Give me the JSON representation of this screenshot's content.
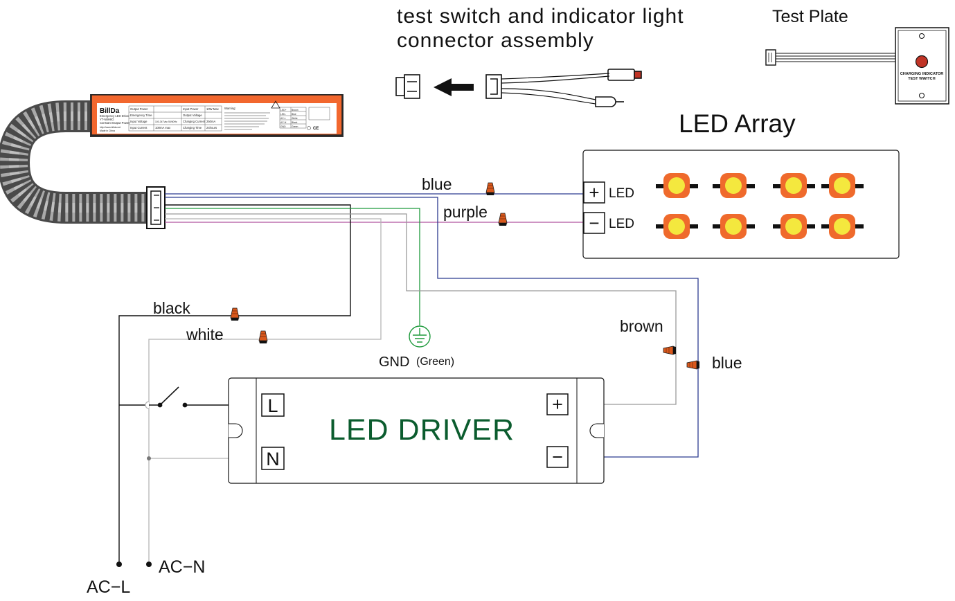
{
  "header": {
    "assembly_title_line1": "test switch and indicator light",
    "assembly_title_line2": "connector assembly",
    "test_plate_title": "Test Plate",
    "test_plate_caption_line1": "CHARGING INDICATOR",
    "test_plate_caption_line2": "TEST WWITCH"
  },
  "emergency_unit": {
    "brand": "BillDa",
    "product_name": "Emergency LED Driver",
    "model": "YT-N8H8G",
    "subtitle": "Constant Output Power",
    "website": "http://www.billda.net",
    "origin": "Made in China",
    "rows": [
      {
        "label": "Output Power",
        "value": "",
        "label2": "Input Power",
        "value2": "10W Max"
      },
      {
        "label": "Emergency Time",
        "value": "",
        "label2": "Output Voltage",
        "value2": ""
      },
      {
        "label": "Input Voltage",
        "value": "100-347Vac 50/60Hz",
        "label2": "Charging Current",
        "value2": "250mA"
      },
      {
        "label": "Input Current",
        "value": "100mA max",
        "label2": "Charging Time",
        "value2": "24hours"
      }
    ],
    "warning_title": "Warning:",
    "wire_table": [
      [
        "LED+",
        "Brown"
      ],
      [
        "LED-",
        "Blue"
      ],
      [
        "AC-L",
        "White"
      ],
      [
        "AC-N",
        "Black"
      ],
      [
        "GND",
        "Green"
      ]
    ],
    "cert_marks": "CE"
  },
  "led_array": {
    "title": "LED Array",
    "plus_symbol": "+",
    "minus_symbol": "−",
    "plus_label": "LED",
    "minus_label": "LED"
  },
  "led_driver": {
    "title": "LED DRIVER",
    "terminal_l": "L",
    "terminal_n": "N",
    "terminal_plus": "+",
    "terminal_minus": "−"
  },
  "wires": {
    "blue_top": "blue",
    "purple": "purple",
    "black": "black",
    "white": "white",
    "gnd": "GND",
    "gnd_color": "(Green)",
    "brown": "brown",
    "blue_right": "blue",
    "ac_l": "AC−L",
    "ac_n": "AC−N"
  },
  "colors": {
    "unit_orange": "#f2672e",
    "led_orange": "#ef6a2c",
    "led_yellow": "#f4e83e",
    "gnd_green": "#1e9a3c",
    "blue_wire": "#2b3a8f",
    "purple_wire": "#b0559f",
    "driver_green": "#0b5c2e",
    "nut_orange": "#d9581c"
  }
}
